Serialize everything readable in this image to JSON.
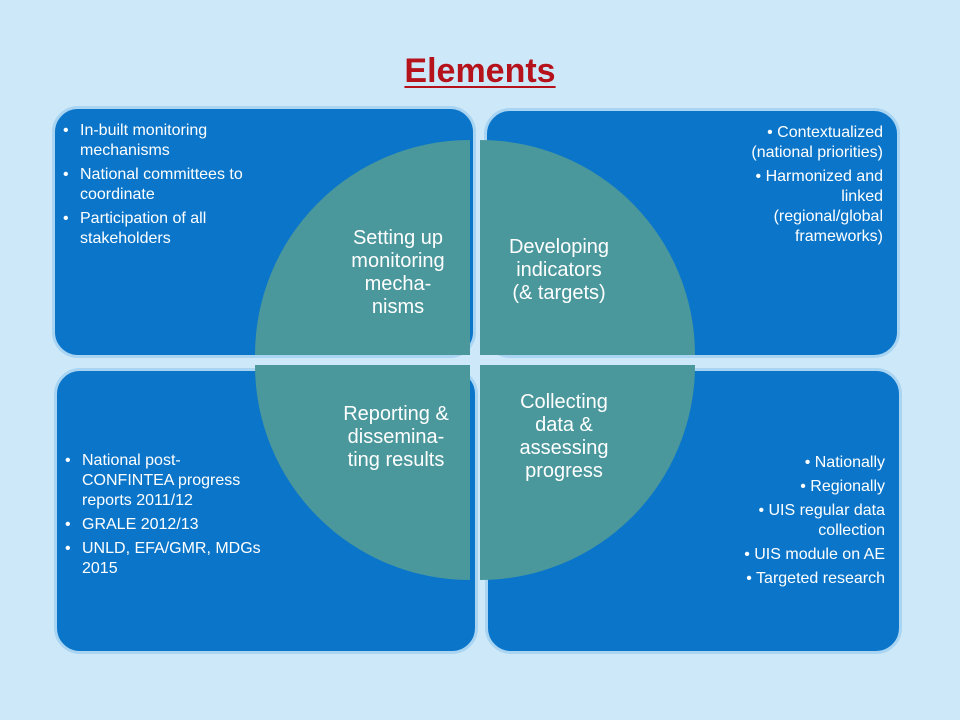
{
  "title": "Elements",
  "colors": {
    "background": "#cde9f9",
    "panel": "#0b76c9",
    "panel_border": "#a9d4f2",
    "circle": "#4a979c",
    "title": "#b5121b",
    "text": "#ffffff"
  },
  "quadrants": {
    "top_left": {
      "label": "Setting up monitoring mecha-nisms",
      "label_lines": [
        "Setting up",
        "monitoring",
        "mecha-",
        "nisms"
      ],
      "items": [
        {
          "lines": [
            "In-built monitoring",
            "mechanisms"
          ]
        },
        {
          "lines": [
            "National committees to",
            "coordinate"
          ]
        },
        {
          "lines": [
            "Participation of all",
            "stakeholders"
          ]
        }
      ]
    },
    "top_right": {
      "label": "Developing indicators (& targets)",
      "label_lines": [
        "Developing",
        "indicators",
        "(& targets)"
      ],
      "items": [
        {
          "lines": [
            "Contextualized",
            "(national priorities)"
          ]
        },
        {
          "lines": [
            "Harmonized and",
            "linked",
            "(regional/global",
            "frameworks)"
          ]
        }
      ]
    },
    "bottom_left": {
      "label": "Reporting & dissemina-ting results",
      "label_lines": [
        "Reporting &",
        "dissemina-",
        "ting results"
      ],
      "items": [
        {
          "lines": [
            "National post-",
            "CONFINTEA progress",
            "reports 2011/12"
          ]
        },
        {
          "lines": [
            "GRALE 2012/13"
          ]
        },
        {
          "lines": [
            "UNLD, EFA/GMR, MDGs",
            "2015"
          ]
        }
      ]
    },
    "bottom_right": {
      "label": "Collecting data & assessing progress",
      "label_lines": [
        "Collecting",
        "data &",
        "assessing",
        "progress"
      ],
      "items": [
        {
          "lines": [
            "Nationally"
          ]
        },
        {
          "lines": [
            "Regionally"
          ]
        },
        {
          "lines": [
            "UIS regular data",
            "collection"
          ]
        },
        {
          "lines": [
            "UIS module on AE"
          ]
        },
        {
          "lines": [
            "Targeted research"
          ]
        }
      ]
    }
  }
}
